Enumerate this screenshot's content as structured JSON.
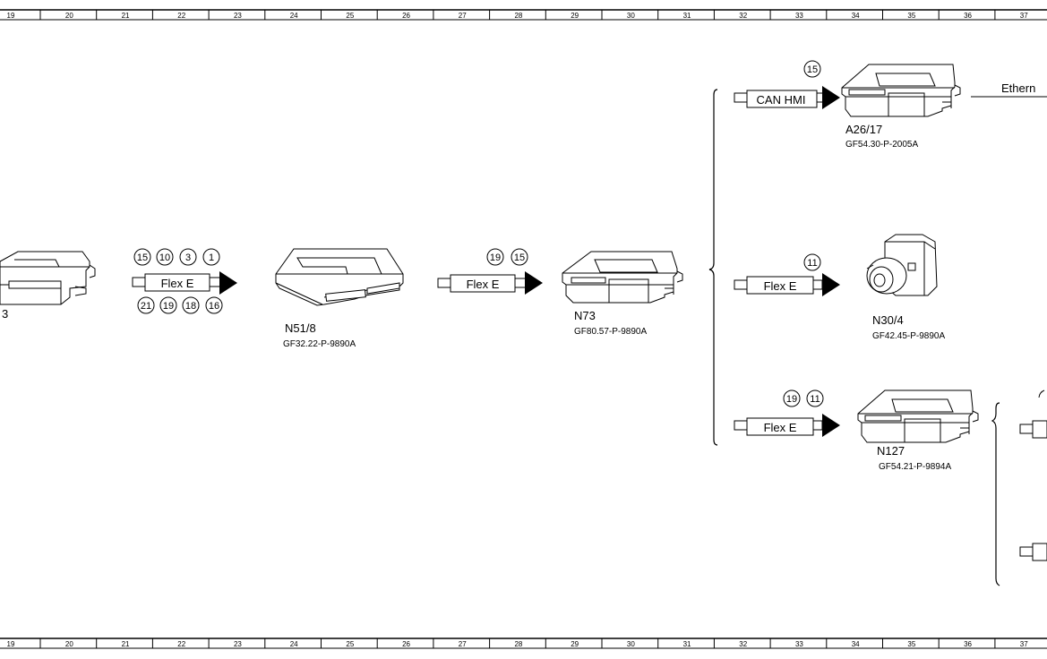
{
  "ruler": {
    "numbers": [
      "19",
      "20",
      "21",
      "22",
      "23",
      "24",
      "25",
      "26",
      "27",
      "28",
      "29",
      "30",
      "31",
      "32",
      "33",
      "34",
      "35",
      "36",
      "37"
    ]
  },
  "left_partial": {
    "name_fragment": "3"
  },
  "connectors": {
    "c1": {
      "bus": "Flex E",
      "pins_top": [
        "15",
        "10",
        "3",
        "1"
      ],
      "pins_bottom": [
        "21",
        "19",
        "18",
        "16"
      ]
    },
    "c2": {
      "bus": "Flex E",
      "pins_top": [
        "19",
        "15"
      ]
    },
    "c_a26": {
      "bus": "CAN HMI",
      "pins_top": [
        "15"
      ]
    },
    "c_n30": {
      "bus": "Flex E",
      "pins_top": [
        "11"
      ]
    },
    "c_n127": {
      "bus": "Flex E",
      "pins_top": [
        "19",
        "11"
      ]
    }
  },
  "devices": {
    "n51": {
      "name": "N51/8",
      "code": "GF32.22-P-9890A"
    },
    "n73": {
      "name": "N73",
      "code": "GF80.57-P-9890A"
    },
    "a26": {
      "name": "A26/17",
      "code": "GF54.30-P-2005A"
    },
    "n30": {
      "name": "N30/4",
      "code": "GF42.45-P-9890A"
    },
    "n127": {
      "name": "N127",
      "code": "GF54.21-P-9894A"
    }
  },
  "ethernet_label": "Ethern"
}
